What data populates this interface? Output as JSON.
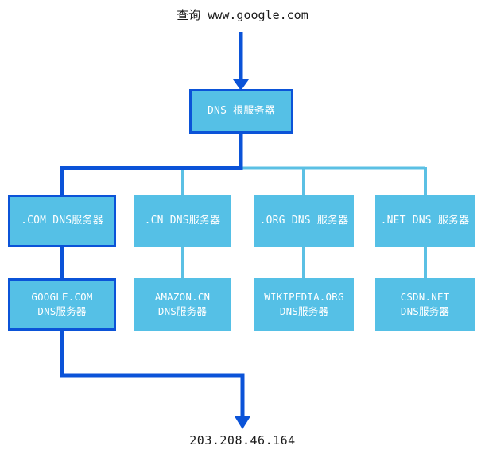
{
  "diagram": {
    "title_label": "查询 www.google.com",
    "result_label": "203.208.46.164",
    "colors": {
      "node_fill": "#55c0e6",
      "active_stroke": "#0b53d8",
      "inactive_stroke": "#5bc0e4",
      "node_text": "#ffffff",
      "label_text": "#1a1a1a",
      "background": "#ffffff"
    },
    "root": {
      "label": "DNS 根服务器",
      "active": true
    },
    "tld_nodes": [
      {
        "label": ".COM DNS服务器",
        "active": true
      },
      {
        "label": ".CN DNS服务器",
        "active": false
      },
      {
        "label": ".ORG DNS 服务器",
        "active": false
      },
      {
        "label": ".NET DNS 服务器",
        "active": false
      }
    ],
    "second_level_nodes": [
      {
        "line1": "GOOGLE.COM",
        "line2": "DNS服务器",
        "active": true
      },
      {
        "line1": "AMAZON.CN",
        "line2": "DNS服务器",
        "active": false
      },
      {
        "line1": "WIKIPEDIA.ORG",
        "line2": "DNS服务器",
        "active": false
      },
      {
        "line1": "CSDN.NET",
        "line2": "DNS服务器",
        "active": false
      }
    ]
  }
}
